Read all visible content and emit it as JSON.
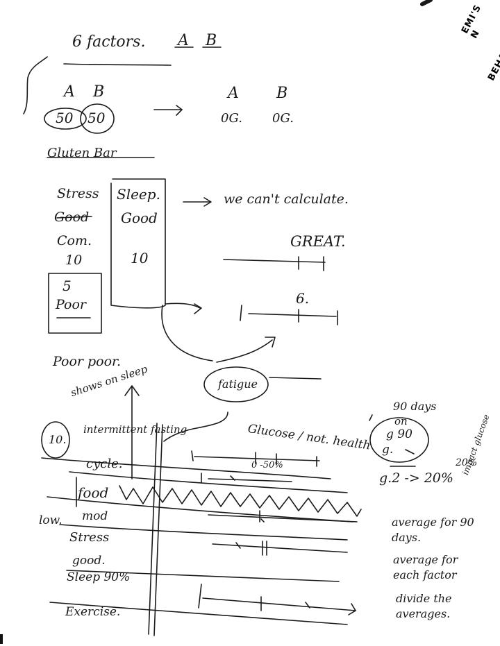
{
  "corner": {
    "top": "EMI'S N",
    "bottom": "BEHAV"
  },
  "notes": {
    "heading": "6 factors.",
    "heading_a": "A",
    "heading_b": "B",
    "col_a_left": "A",
    "col_b_left": "B",
    "val_a_left": "50",
    "val_b_left": "50",
    "col_a_right": "A",
    "col_b_right": "B",
    "val_a_right": "0G.",
    "val_b_right": "0G.",
    "struck_gluten": "Gluten Bar",
    "stress": "Stress",
    "struck_good": "Good",
    "com": "Com.",
    "ten_left": "10",
    "five": "5",
    "poor": "Poor",
    "sleep": "Sleep.",
    "good": "Good",
    "ten_mid": "10",
    "we_can_calc": "we can't calculate.",
    "great": "GREAT.",
    "six": "6.",
    "poor_poor": "Poor poor.",
    "fatigue": "fatigue",
    "shows_on_sleep": "shows on sleep",
    "intermittent_fasting": "intermittent fasting",
    "cycle": "cycle.",
    "glucose_health": "Glucose / not. health",
    "ten_circle": "10.",
    "ninety_days": "90 days",
    "on": "on",
    "g90": "g 90",
    "g": "g.",
    "scale_label": "0 -50%",
    "g2": "g.2 -> 20%",
    "twenty_pct": "20%",
    "impact_glucose": "impact glucose",
    "food": "food",
    "low": "low.",
    "struck_low": "mod",
    "stress2": "Stress",
    "good2": "good.",
    "sleep_90": "Sleep 90%",
    "exercise": "Exercise.",
    "avg_90": "average for 90 days.",
    "avg_each": "average for each factor",
    "divide": "divide the averages."
  }
}
